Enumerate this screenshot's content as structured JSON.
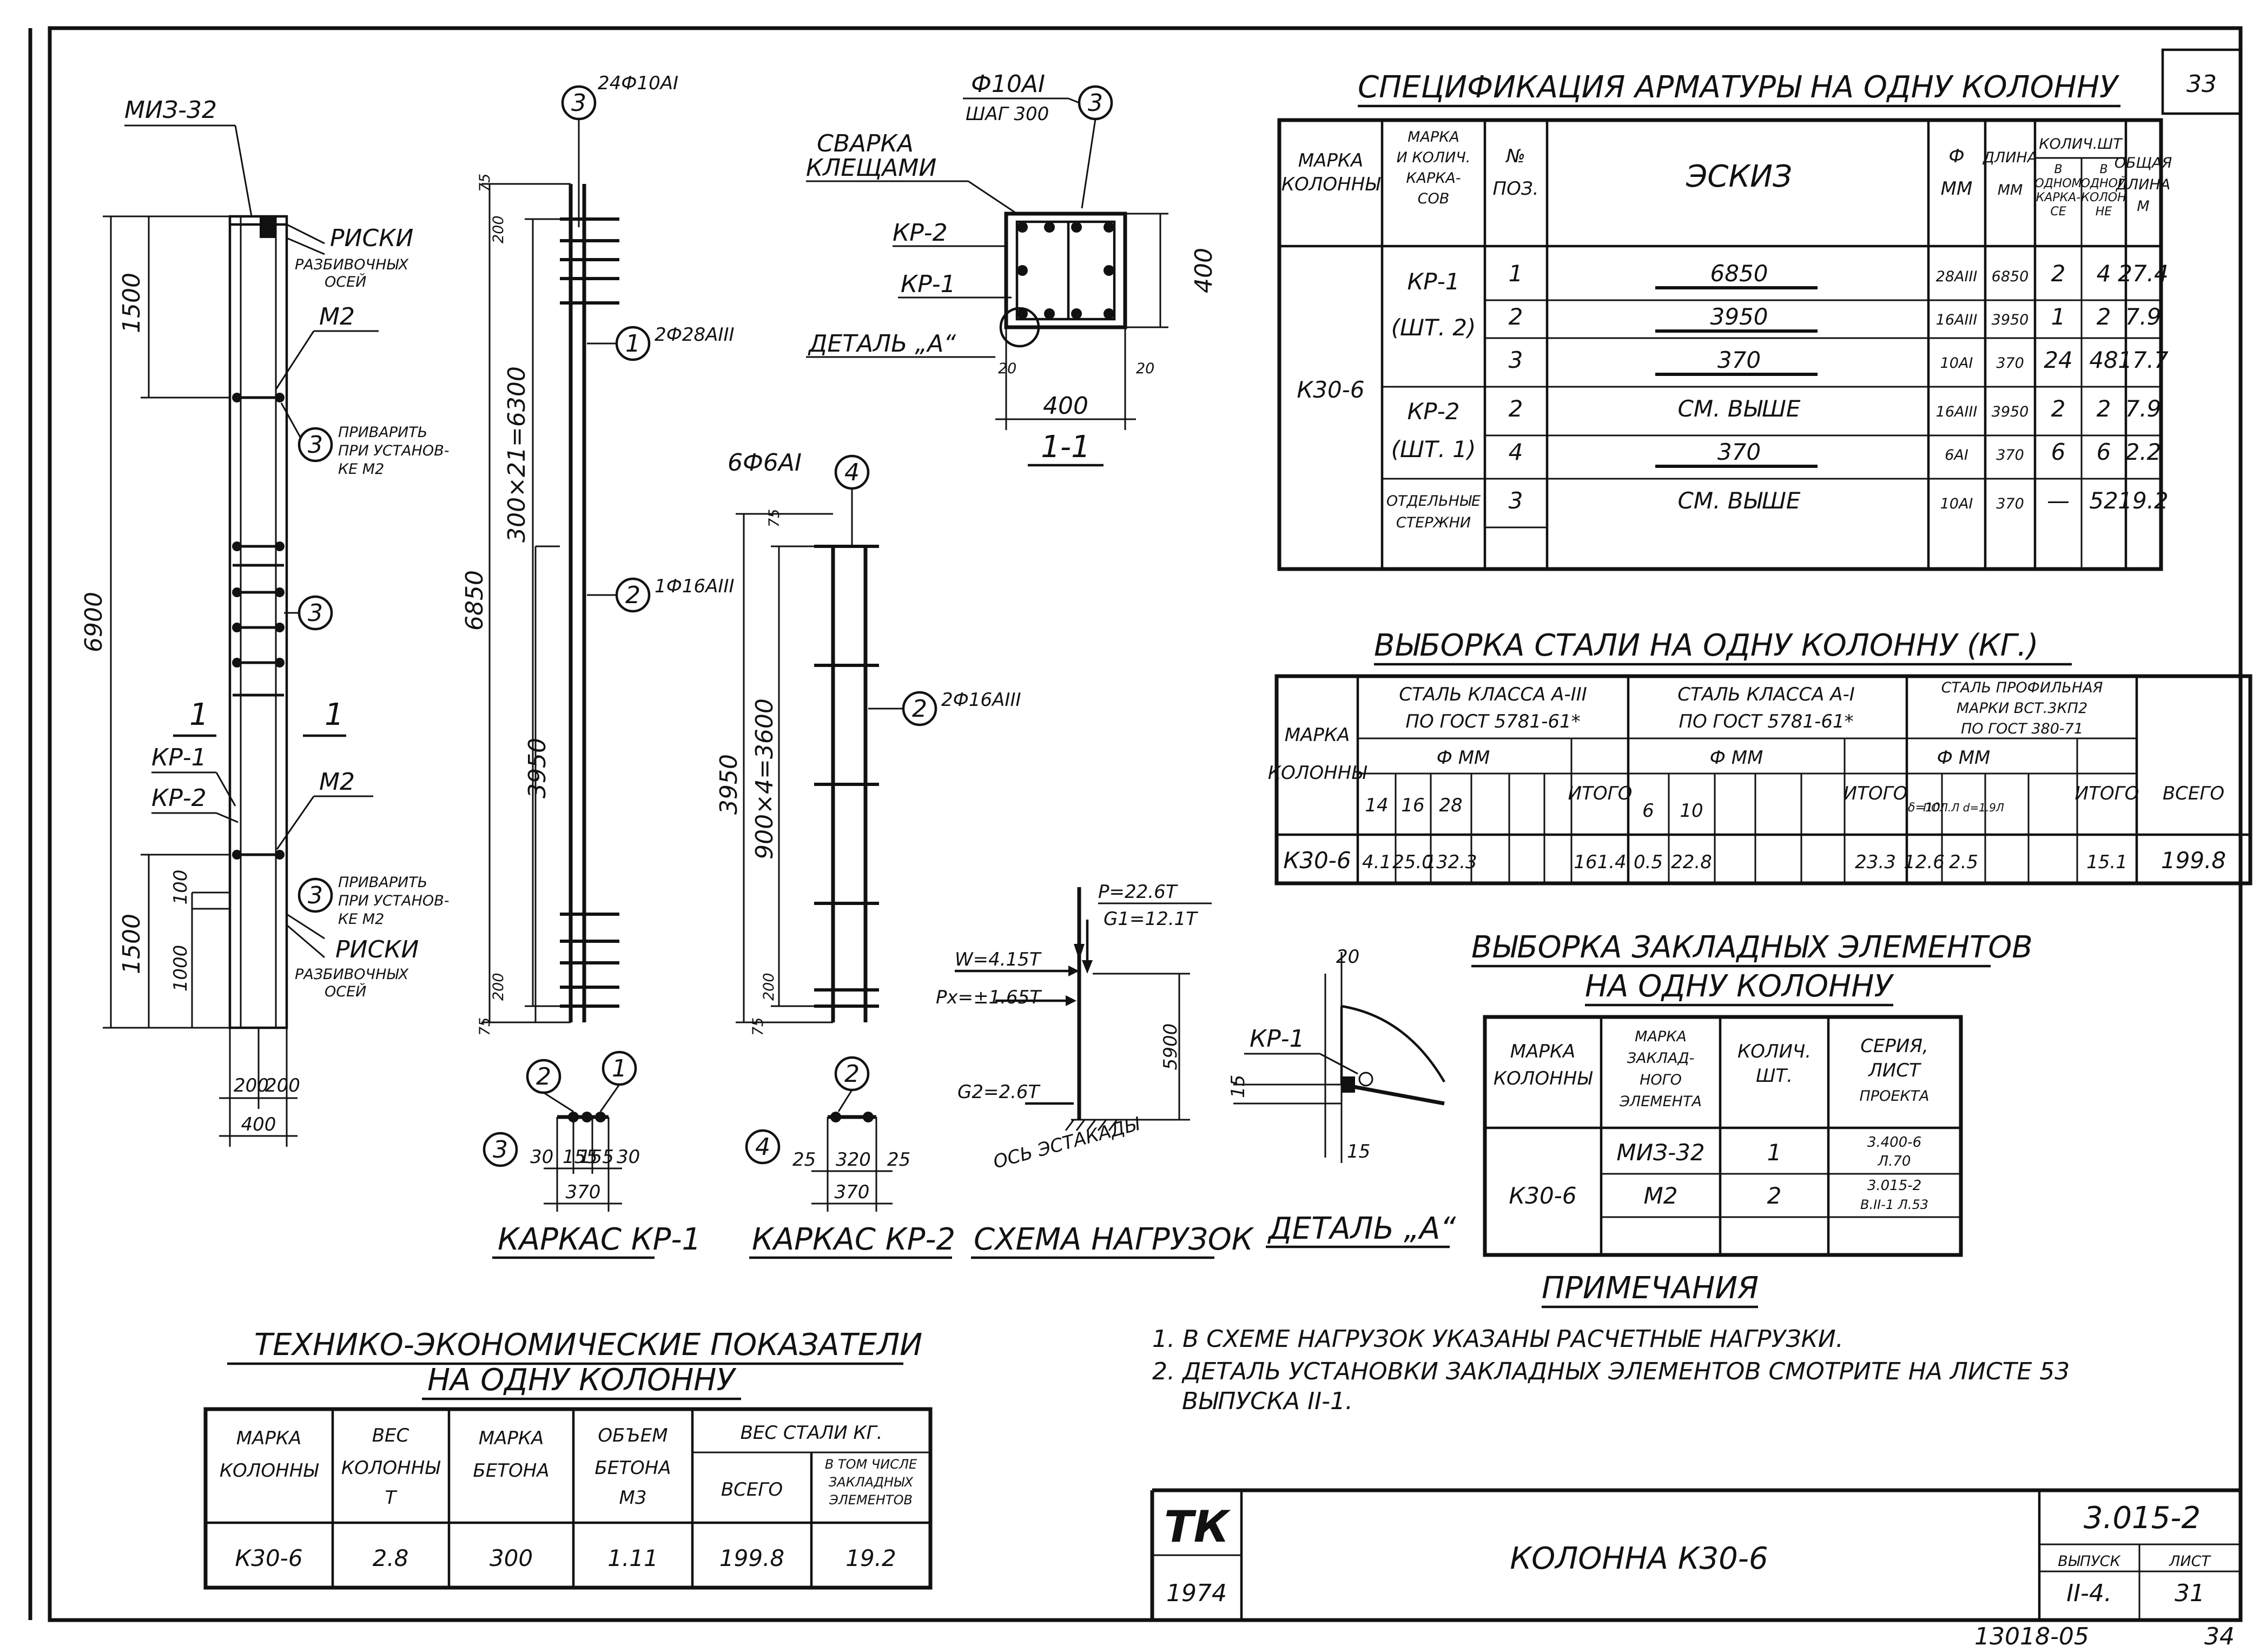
{
  "sheet_number_top": "33",
  "page_number_bottom": "34",
  "doc_code_bottom": "13018-05",
  "spec": {
    "title": "СПЕЦИФИКАЦИЯ АРМАТУРЫ НА ОДНУ КОЛОННУ",
    "h_mark": [
      "МАРКА",
      "КОЛОННЫ"
    ],
    "h_frame": [
      "МАРКА",
      "И КОЛИЧ.",
      "КАРКА-",
      "СОВ"
    ],
    "h_pos": [
      "№",
      "ПОЗ."
    ],
    "h_sketch": "ЭСКИЗ",
    "h_diam": [
      "Ф",
      "ММ"
    ],
    "h_len": [
      "ДЛИНА",
      "ММ"
    ],
    "h_qty": "КОЛИЧ.ШТ",
    "h_qty_a": [
      "В",
      "ОДНОМ",
      "КАРКА-",
      "СЕ"
    ],
    "h_qty_b": [
      "В",
      "ОДНОЙ",
      "КОЛОН",
      "НЕ"
    ],
    "h_total": [
      "ОБЩАЯ",
      "ДЛИНА",
      "М"
    ],
    "column_mark": "К30-6",
    "groups": [
      {
        "frame": [
          "КР-1",
          "(ШТ. 2)"
        ]
      },
      {
        "frame": [
          "КР-2",
          "(ШТ. 1)"
        ]
      },
      {
        "frame": [
          "ОТДЕЛЬНЫЕ",
          "СТЕРЖНИ"
        ]
      }
    ],
    "rows": [
      {
        "pos": "1",
        "sketch": "6850",
        "diam": "28AIII",
        "len": "6850",
        "qa": "2",
        "qb": "4",
        "total": "27.4"
      },
      {
        "pos": "2",
        "sketch": "3950",
        "diam": "16AIII",
        "len": "3950",
        "qa": "1",
        "qb": "2",
        "total": "7.9"
      },
      {
        "pos": "3",
        "sketch": "370",
        "diam": "10AI",
        "len": "370",
        "qa": "24",
        "qb": "48",
        "total": "17.7"
      },
      {
        "pos": "2",
        "sketch": "СМ. ВЫШЕ",
        "diam": "16AIII",
        "len": "3950",
        "qa": "2",
        "qb": "2",
        "total": "7.9"
      },
      {
        "pos": "4",
        "sketch": "370",
        "diam": "6AI",
        "len": "370",
        "qa": "6",
        "qb": "6",
        "total": "2.2"
      },
      {
        "pos": "3",
        "sketch": "СМ. ВЫШЕ",
        "diam": "10AI",
        "len": "370",
        "qa": "—",
        "qb": "52",
        "total": "19.2"
      }
    ]
  },
  "steel": {
    "title": "ВЫБОРКА СТАЛИ НА ОДНУ КОЛОННУ (КГ.)",
    "h_mark": [
      "МАРКА",
      "КОЛОННЫ"
    ],
    "h_a3": [
      "СТАЛЬ КЛАССА А-III",
      "ПО ГОСТ 5781-61*"
    ],
    "h_a1": [
      "СТАЛЬ КЛАССА А-I",
      "ПО ГОСТ 5781-61*"
    ],
    "h_prof": [
      "СТАЛЬ ПРОФИЛЬНАЯ",
      "МАРКИ ВСТ.3КП2",
      "ПО ГОСТ 380-71"
    ],
    "h_dmm": "Ф ММ",
    "d_a3": [
      "14",
      "16",
      "28"
    ],
    "d_a1": [
      "6",
      "10"
    ],
    "d_prof": [
      "δ=10",
      "ПОЛ.Л d=1.9Л"
    ],
    "h_itogo": "ИТОГО",
    "h_vsego": "ВСЕГО",
    "row": {
      "mark": "К30-6",
      "a3": [
        "4.1",
        "25.0",
        "132.3"
      ],
      "a3_total": "161.4",
      "a1": [
        "0.5",
        "22.8"
      ],
      "a1_total": "23.3",
      "prof": [
        "12.6",
        "2.5"
      ],
      "prof_total": "15.1",
      "all": "199.8"
    }
  },
  "embedded": {
    "title1": "ВЫБОРКА ЗАКЛАДНЫХ ЭЛЕМЕНТОВ",
    "title2": "НА ОДНУ КОЛОННУ",
    "h_mark": [
      "МАРКА",
      "КОЛОННЫ"
    ],
    "h_elem": [
      "МАРКА",
      "ЗАКЛАД-",
      "НОГО",
      "ЭЛЕМЕНТА"
    ],
    "h_qty": [
      "КОЛИЧ.",
      "ШТ."
    ],
    "h_series": [
      "СЕРИЯ,",
      "ЛИСТ",
      "ПРОЕКТА"
    ],
    "mark": "К30-6",
    "rows": [
      {
        "elem": "МИЗ-32",
        "qty": "1",
        "series": [
          "3.400-6",
          "Л.70"
        ]
      },
      {
        "elem": "М2",
        "qty": "2",
        "series": [
          "3.015-2",
          "В.II-1 Л.53"
        ]
      }
    ]
  },
  "notes": {
    "title": "ПРИМЕЧАНИЯ",
    "items": [
      "1. В СХЕМЕ НАГРУЗОК УКАЗАНЫ РАСЧЕТНЫЕ НАГРУЗКИ.",
      "2. ДЕТАЛЬ УСТАНОВКИ ЗАКЛАДНЫХ ЭЛЕМЕНТОВ СМОТРИТЕ НА ЛИСТЕ 53",
      "ВЫПУСКА II-1."
    ]
  },
  "tep": {
    "title1": "ТЕХНИКО-ЭКОНОМИЧЕСКИЕ ПОКАЗАТЕЛИ",
    "title2": "НА ОДНУ КОЛОННУ",
    "h_mark": [
      "МАРКА",
      "КОЛОННЫ"
    ],
    "h_weight": [
      "ВЕС",
      "КОЛОННЫ",
      "Т"
    ],
    "h_concrete": [
      "МАРКА",
      "БЕТОНА"
    ],
    "h_volume": [
      "ОБЪЕМ",
      "БЕТОНА",
      "М3"
    ],
    "h_steel": "ВЕС СТАЛИ КГ.",
    "h_all": "ВСЕГО",
    "h_incl": [
      "В ТОМ ЧИСЛЕ",
      "ЗАКЛАДНЫХ",
      "ЭЛЕМЕНТОВ"
    ],
    "row": {
      "mark": "К30-6",
      "weight": "2.8",
      "concrete": "300",
      "volume": "1.11",
      "all": "199.8",
      "incl": "19.2"
    }
  },
  "stamp": {
    "logo": "ТК",
    "year": "1974",
    "name": "КОЛОННА К30-6",
    "series": "3.015-2",
    "h_issue": "ВЫПУСК",
    "h_sheet": "ЛИСТ",
    "issue": "II-4.",
    "sheet": "31"
  },
  "drawing": {
    "column": {
      "mark_top": "МИЗ-32",
      "risks": [
        "РИСКИ",
        "РАЗБИВОЧНЫХ",
        "ОСЕЙ"
      ],
      "m2": "М2",
      "weld": [
        "ПРИВАРИТЬ",
        "ПРИ УСТАНОВ-",
        "КЕ М2"
      ],
      "dims": {
        "top": "1500",
        "total": "6900",
        "bottom": "1500",
        "d100": "100",
        "d1000": "1000",
        "w200a": "200",
        "w200b": "200",
        "w400": "400"
      },
      "section_marks": [
        "1",
        "1"
      ],
      "kr1": "КР-1",
      "kr2": "КР-2",
      "pos3": "3"
    },
    "frame1": {
      "top_note": "24Ф10АI",
      "pos1": "2Ф28АIII",
      "pos2": "1Ф16АIII",
      "dims": {
        "d75t": "75",
        "d200t": "200",
        "d6850": "6850",
        "d6300": "300×21=6300",
        "d3950": "3950",
        "d200b": "200",
        "d75b": "75"
      },
      "title": "КАРКАС КР-1",
      "sec_dims": [
        "30",
        "155",
        "155",
        "30",
        "370"
      ]
    },
    "frame2": {
      "top_note": "6Ф6АI",
      "pos2": "2Ф16АIII",
      "dims": {
        "d75t": "75",
        "d3950": "3950",
        "d3600": "900×4=3600",
        "d200": "200",
        "d75b": "75"
      },
      "title": "КАРКАС КР-2",
      "sec_dims": [
        "25",
        "320",
        "25",
        "370"
      ]
    },
    "section": {
      "top_note": [
        "Ф10АI",
        "ШАГ 300"
      ],
      "weld": [
        "СВАРКА",
        "КЛЕЩАМИ"
      ],
      "kr2": "КР-2",
      "kr1": "КР-1",
      "detail": "ДЕТАЛЬ „А“",
      "dims": {
        "h": "400",
        "w": "400",
        "c20a": "20",
        "c20b": "20"
      },
      "title": "1-1"
    },
    "loads": {
      "p": "P=22.6Т",
      "g1": "G1=12.1Т",
      "w": "W=4.15Т",
      "px": "Px=±1.65Т",
      "g2": "G2=2.6Т",
      "axis": "ОСЬ ЭСТАКАДЫ",
      "h": "5900",
      "title": "СХЕМА НАГРУЗОК"
    },
    "detailA": {
      "kr1": "КР-1",
      "d20": "20",
      "d15a": "15",
      "d15b": "15",
      "title": "ДЕТАЛЬ „А“"
    }
  }
}
